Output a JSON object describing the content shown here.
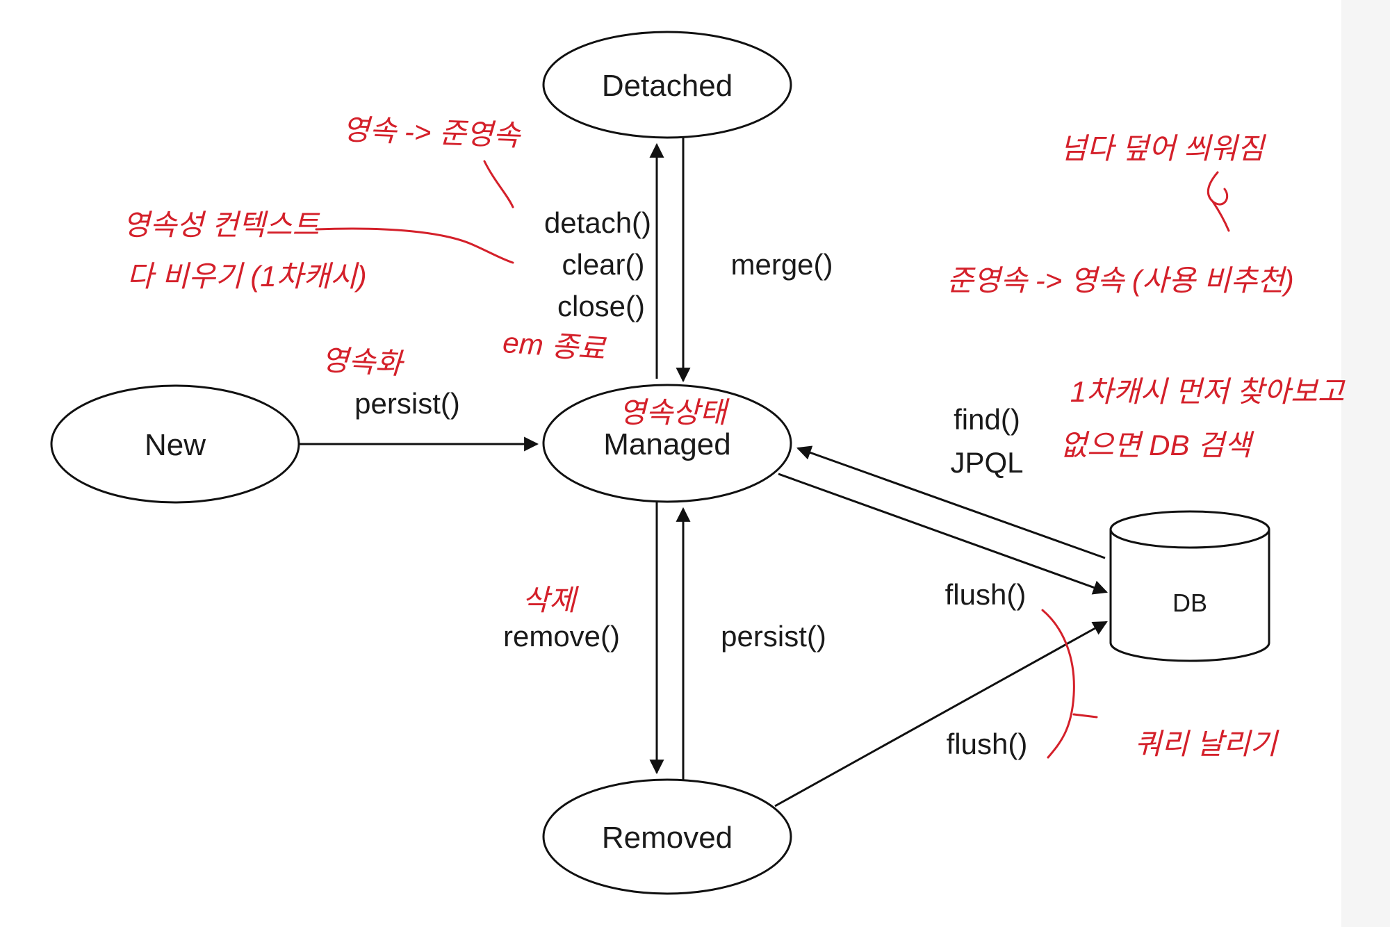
{
  "nodes": {
    "detached": "Detached",
    "new": "New",
    "managed": "Managed",
    "removed": "Removed",
    "db": "DB"
  },
  "edges": {
    "detach": [
      "detach()",
      "clear()",
      "close()"
    ],
    "merge": "merge()",
    "persist_new": "persist()",
    "find": [
      "find()",
      "JPQL"
    ],
    "flush_managed": "flush()",
    "remove": "remove()",
    "persist_removed": "persist()",
    "flush_removed": "flush()"
  },
  "annotations": {
    "persist_to_detached": "영속 -> 준영속",
    "clear_context": [
      "영속성 컨텍스트",
      "다 비우기 (1차캐시)"
    ],
    "em_close": "em 종료",
    "become_persistent": "영속화",
    "persistent_state": "영속상태",
    "overwrite": "넘다 덮어 씌워짐",
    "detached_to_persistent": "준영속 -> 영속 (사용 비추천)",
    "find_cache": [
      "1차캐시 먼저 찾아보고",
      "없으면 DB 검색"
    ],
    "delete": "삭제",
    "send_query": "쿼리 날리기"
  },
  "colors": {
    "ink": "#111111",
    "annotation": "#d4202a"
  }
}
